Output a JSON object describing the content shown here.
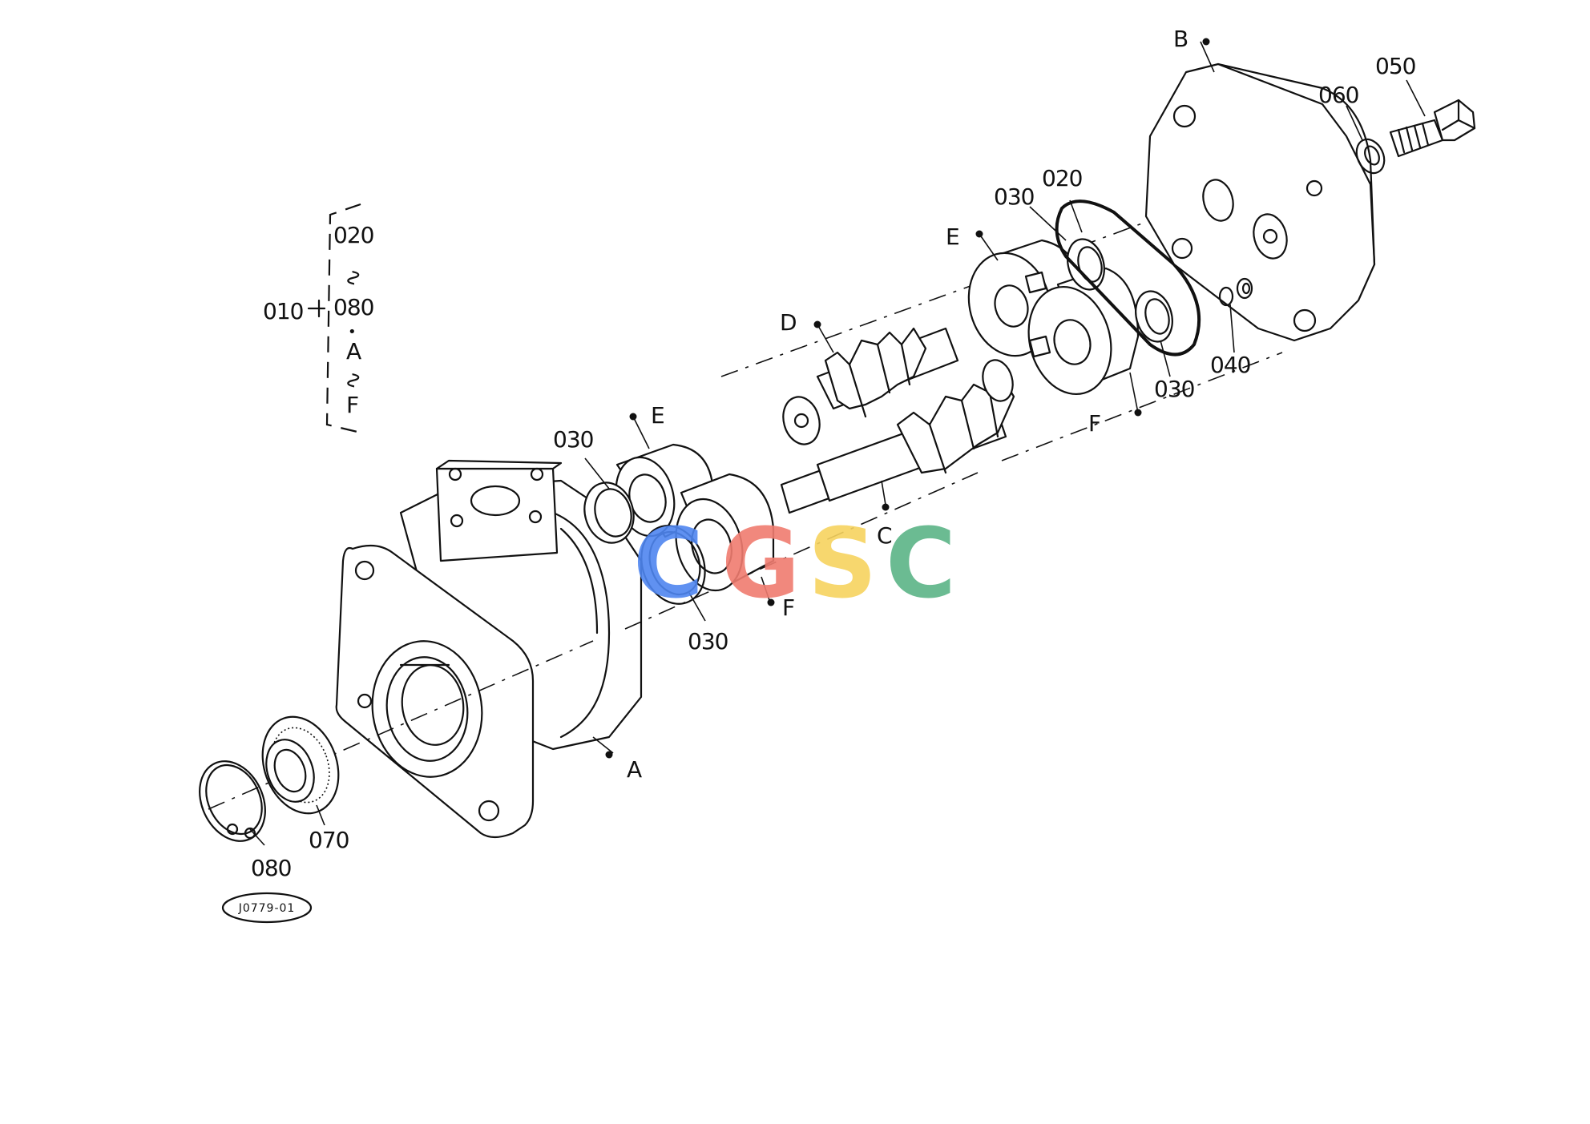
{
  "labels": {
    "assembly": "010",
    "range_top": "020",
    "range_sep1": "∿",
    "range_mid": "080",
    "range_dot": "•",
    "range_a": "A",
    "range_sep2": "∿",
    "range_f": "F",
    "part_a": "A",
    "part_b": "B",
    "part_c": "C",
    "part_d": "D",
    "part_e": "E",
    "part_f": "F",
    "p020": "020",
    "p030": "030",
    "p040": "040",
    "p050": "050",
    "p060": "060",
    "p070": "070",
    "p080": "080",
    "figure_code": "J0779-01"
  },
  "watermark": {
    "letters": [
      "C",
      "G",
      "S",
      "C"
    ],
    "colors": [
      "#4f86f0",
      "#f07c70",
      "#f7d35f",
      "#5cb487"
    ]
  }
}
